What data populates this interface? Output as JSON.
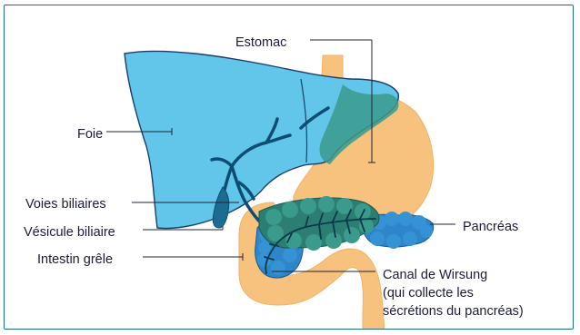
{
  "labels": {
    "estomac": "Estomac",
    "foie": "Foie",
    "voies_biliaires": "Voies biliaires",
    "vesicule_biliaire": "Vésicule biliaire",
    "intestin_grele": "Intestin grêle",
    "pancreas": "Pancréas",
    "canal_de_wirsung": [
      "Canal de Wirsung",
      "(qui collecte les",
      "sécrétions du pancréas)"
    ]
  },
  "colors": {
    "frame": "#1f6f8b",
    "liver": "#62c6ea",
    "liver_outline": "#1a3e6b",
    "stomach": "#f7c27e",
    "intestine": "#f7c27e",
    "pancreas_front": "#2c7e72",
    "pancreas_tail": "#2e86c8",
    "ducts": "#0d4d73",
    "gallbladder": "#1c6c92",
    "leader_lines": "#222233"
  }
}
